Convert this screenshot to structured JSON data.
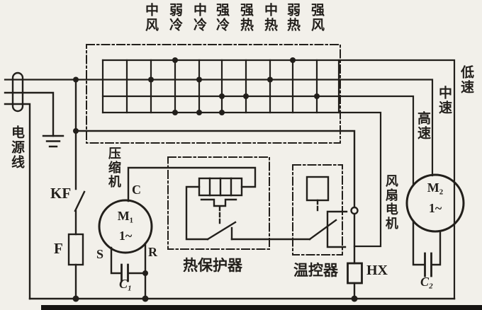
{
  "modes": [
    "中风",
    "弱冷",
    "中冷",
    "强冷",
    "强热",
    "中热",
    "弱热",
    "强风"
  ],
  "speeds": {
    "low": "低速",
    "medium": "中速",
    "high": "高速"
  },
  "power": {
    "label": "电源线"
  },
  "switch_kf": {
    "label": "KF"
  },
  "fuse": {
    "label": "F"
  },
  "compressor": {
    "label": "压缩机",
    "motor": "M₁",
    "phase": "1~",
    "terminal_c": "C",
    "terminal_s": "S",
    "terminal_r": "R",
    "capacitor": "C₁"
  },
  "thermal_protector": {
    "label": "热保护器"
  },
  "thermostat": {
    "label": "温控器"
  },
  "heater_hx": {
    "label": "HX"
  },
  "fan": {
    "label": "风扇电机",
    "motor": "M₂",
    "phase": "1~",
    "capacitor": "C₂"
  },
  "colors": {
    "ink": "#221f1b",
    "paper": "#f2f0ea"
  }
}
